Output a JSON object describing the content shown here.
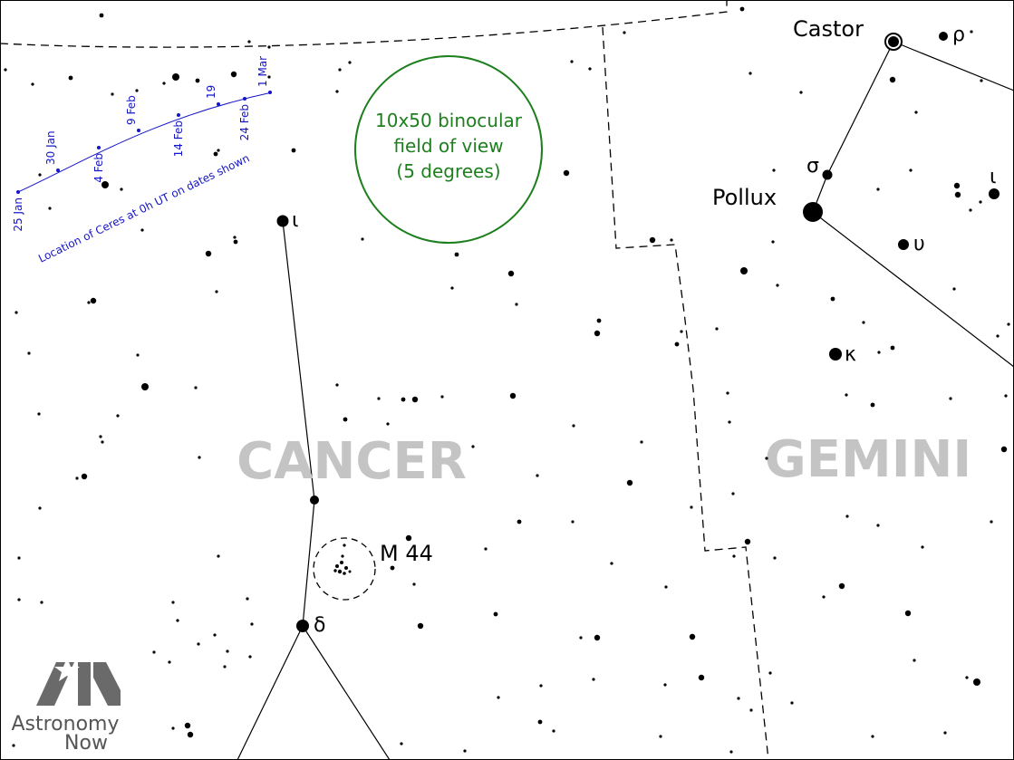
{
  "constellations": {
    "cancer": "CANCER",
    "gemini": "GEMINI"
  },
  "stars": {
    "castor": "Castor",
    "pollux": "Pollux",
    "rho": "ρ",
    "sigma": "σ",
    "iota_gem": "ι",
    "upsilon": "υ",
    "kappa": "κ",
    "iota_cnc": "ι",
    "delta": "δ"
  },
  "cluster": "M 44",
  "fov": {
    "line1": "10x50 binocular",
    "line2": "field of view",
    "line3": "(5 degrees)"
  },
  "ceres": {
    "caption": "Location of Ceres at 0h UT on dates shown",
    "dates": [
      "25 Jan",
      "30 Jan",
      "4 Feb",
      "9 Feb",
      "14 Feb",
      "19",
      "24 Feb",
      "1 Mar"
    ]
  },
  "logo": {
    "line1": "Astronomy",
    "line2": "Now"
  },
  "colors": {
    "ceres": "#1414c8",
    "fov": "#1d7f1d",
    "constellation_label": "#c4c4c4",
    "logo": "#555555"
  }
}
